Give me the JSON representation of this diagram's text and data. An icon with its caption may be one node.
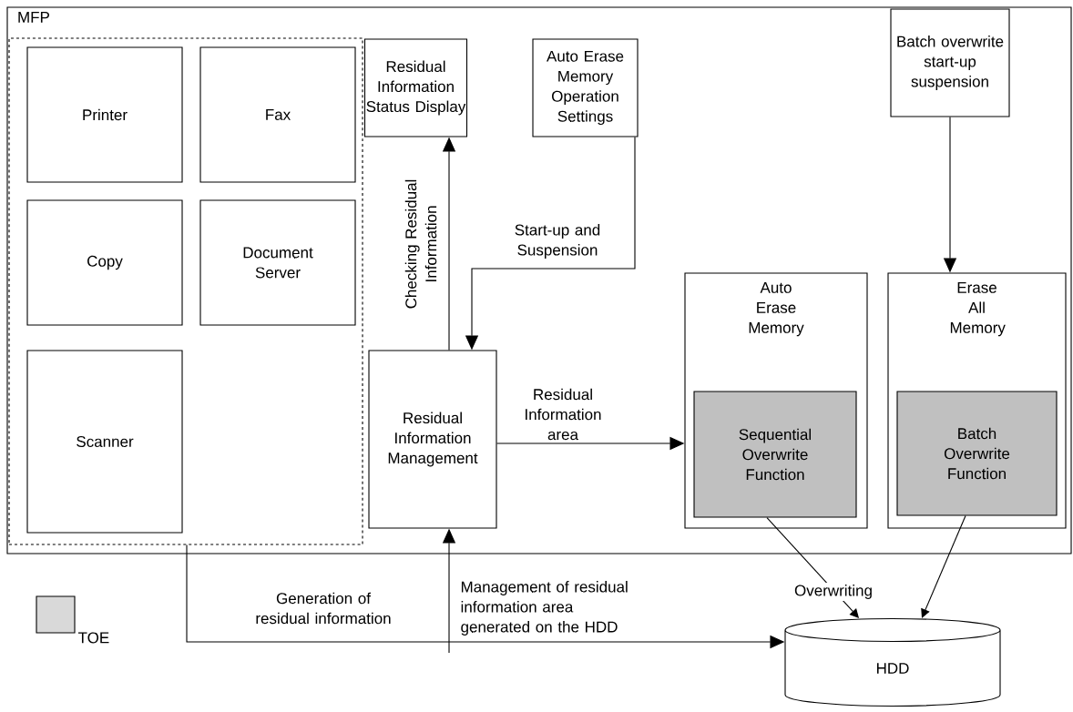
{
  "diagram": {
    "nodes": [
      {
        "text": [
          "MFP"
        ]
      },
      {
        "text": [],
        "shape": "box",
        "in": 0
      },
      {
        "text": [
          "Printer"
        ],
        "in": 1
      },
      {
        "text": [
          "Fax"
        ],
        "in": 1
      },
      {
        "text": [
          "Copy"
        ],
        "in": 1
      },
      {
        "text": [
          "Document Server"
        ],
        "in": 1
      },
      {
        "text": [
          "Scanner"
        ],
        "in": 1
      },
      {
        "text": [
          "Residual Information Status Display"
        ],
        "in": 0
      },
      {
        "text": [
          "Auto Erase Memory Operation Settings"
        ],
        "in": 0
      },
      {
        "text": [
          "Batch overwrite start-up suspension"
        ],
        "in": 0
      },
      {
        "text": [
          "Residual Information Management"
        ],
        "in": 0
      },
      {
        "text": [
          "Auto Erase Memory"
        ],
        "in": 0
      },
      {
        "text": [
          "Sequential Overwrite Function"
        ],
        "in": 11
      },
      {
        "text": [
          "Erase All Memory"
        ],
        "in": 0
      },
      {
        "text": [
          "Batch Overwrite Function"
        ],
        "in": 13
      },
      {
        "text": [
          "HDD"
        ]
      }
    ],
    "edges": [
      {
        "from": 10,
        "to": 7,
        "arrow": "to",
        "label": "Checking Residual Information"
      },
      {
        "from": 8,
        "to": 10,
        "arrow": "to",
        "label": "Start-up and Suspension"
      },
      {
        "from": 10,
        "to": 11,
        "arrow": "to",
        "label": "Residual Information area"
      },
      {
        "from": 9,
        "to": 13,
        "arrow": "to"
      },
      {
        "from": 12,
        "to": 15,
        "arrow": "to",
        "label": "Overwriting"
      },
      {
        "from": 14,
        "to": 15,
        "arrow": "to"
      },
      {
        "from": 1,
        "to": 15,
        "arrow": "to",
        "label": "Generation of residual information"
      },
      {
        "from": null,
        "to": 10,
        "arrow": "to",
        "label": "Management of residual information area generated on the HDD"
      }
    ],
    "legend": [
      {
        "text": "TOE",
        "color": "#d9d9d9"
      }
    ]
  }
}
